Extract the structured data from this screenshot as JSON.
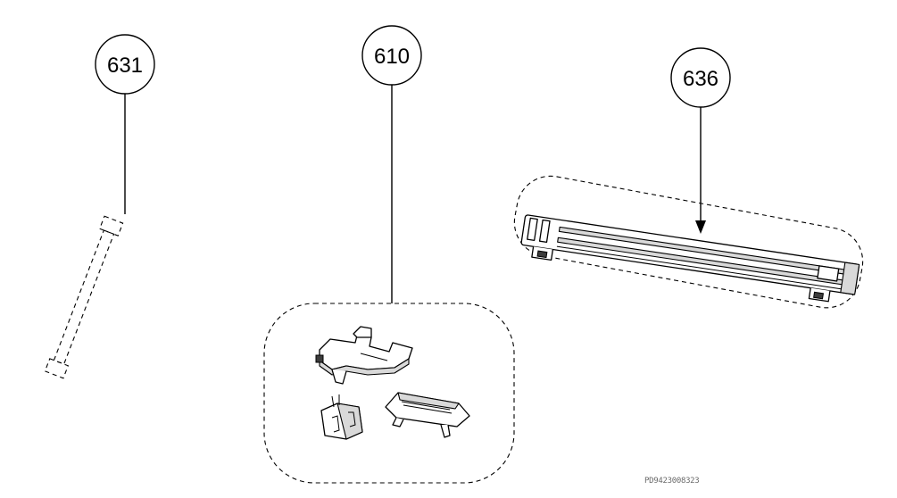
{
  "callouts": {
    "c631": "631",
    "c610": "610",
    "c636": "636"
  },
  "drawing_code": "PD9423008323",
  "colors": {
    "line": "#000000",
    "background": "#ffffff",
    "code_text": "#6a6a6a"
  }
}
